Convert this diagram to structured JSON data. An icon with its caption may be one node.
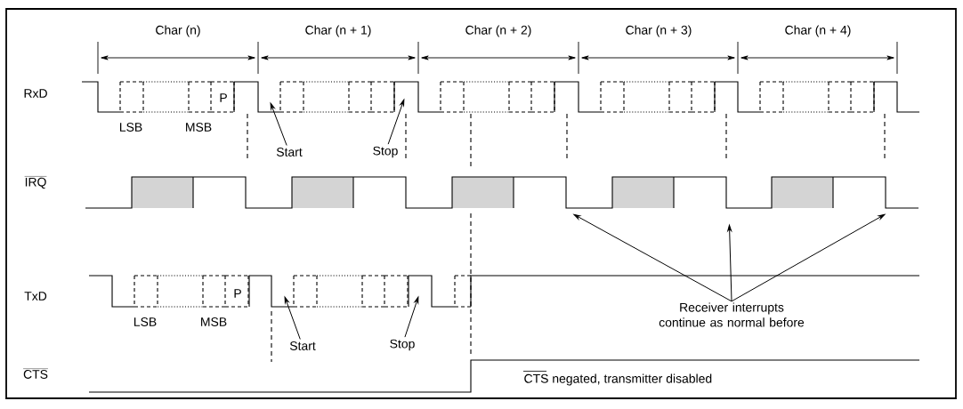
{
  "diagram": {
    "nodes": [
      {
        "text": [
          "Start"
        ]
      },
      {
        "text": [
          "Stop"
        ]
      },
      {
        "text": [
          "Receiver interrupts continue as normal before"
        ]
      },
      {
        "text": [
          "Start"
        ]
      },
      {
        "text": [
          "Stop"
        ]
      },
      {
        "text": [],
        "shape": "picture"
      },
      {
        "text": [],
        "shape": "picture"
      },
      {
        "text": [],
        "shape": "picture"
      }
    ],
    "edges": [
      {
        "from": 0,
        "to": 5,
        "arrow": "to"
      },
      {
        "from": 1,
        "to": 5,
        "arrow": "to"
      },
      {
        "from": 2,
        "to": 6,
        "arrow": "to"
      },
      {
        "from": 2,
        "to": 6,
        "arrow": "to"
      },
      {
        "from": 2,
        "to": 6,
        "arrow": "to"
      },
      {
        "from": 3,
        "to": 7,
        "arrow": "to"
      },
      {
        "from": 4,
        "to": 7,
        "arrow": "to"
      }
    ],
    "labels": [
      "Char (n)",
      "Char (n + 1)",
      "Char (n + 2)",
      "Char (n + 3)",
      "Char (n + 4)",
      "RxD",
      "P",
      "LSB",
      "MSB",
      "IRQ",
      "TxD",
      "P",
      "LSB",
      "MSB",
      "CTS",
      "CTS negated, transmitter disabled"
    ]
  }
}
